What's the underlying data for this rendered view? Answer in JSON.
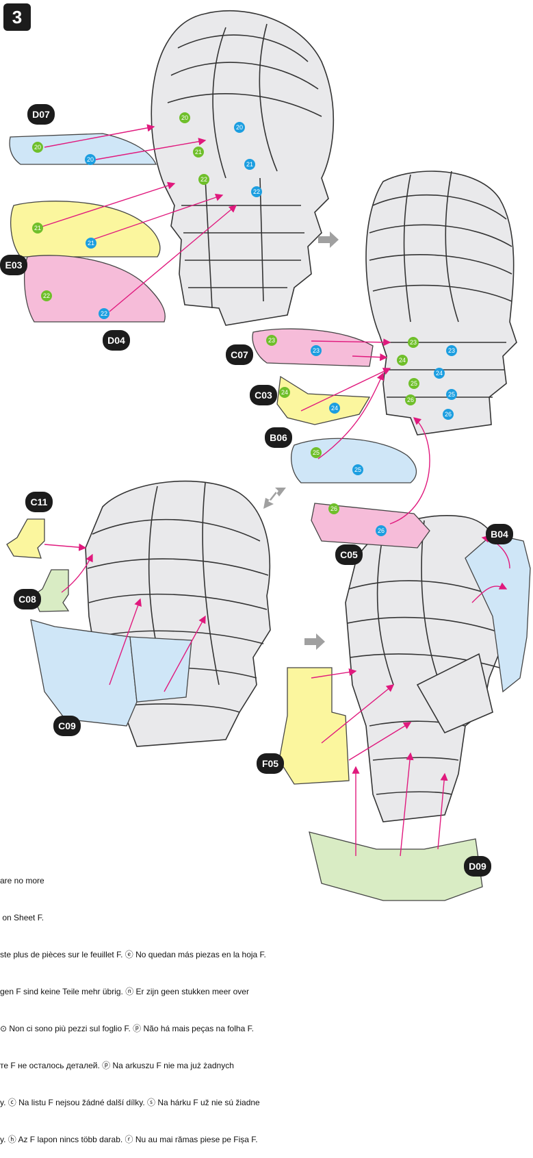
{
  "step_number": "3",
  "part_labels": [
    "D07",
    "E03",
    "D04",
    "C07",
    "C03",
    "B06",
    "C05",
    "C11",
    "C08",
    "C09",
    "B04",
    "F05",
    "D09"
  ],
  "colors": {
    "blue_part": "#cfe6f7",
    "yellow_part": "#fbf69e",
    "pink_part": "#f6bcd9",
    "green_part": "#d9ecc4",
    "head": "#e9e9eb",
    "arrow": "#e0197d",
    "green_marker": "#6fbf2a",
    "blue_marker": "#1c9ee0",
    "label_bg": "#1c1c1c"
  },
  "note_lines": [
    "are no more",
    " on Sheet F.",
    "ste plus de pièces sur le feuillet F. ⓔ No quedan más piezas en la hoja F.",
    "gen F sind keine Teile mehr übrig. ⓝ Er zijn geen stukken meer over",
    "⊙ Non ci sono più pezzi sul foglio F. ⓟ Não há mais peças na folha F.",
    "те F не осталось деталей. ⓟ Na arkuszu F nie ma już żadnych",
    "y. ⓒ Na listu F nejsou žádné další dílky. ⓢ Na hárku F už nie sú žiadne",
    "y. ⓗ Az F lapon nincs több darab. ⓡ Nu au mai rămas piese pe Fișa F."
  ]
}
